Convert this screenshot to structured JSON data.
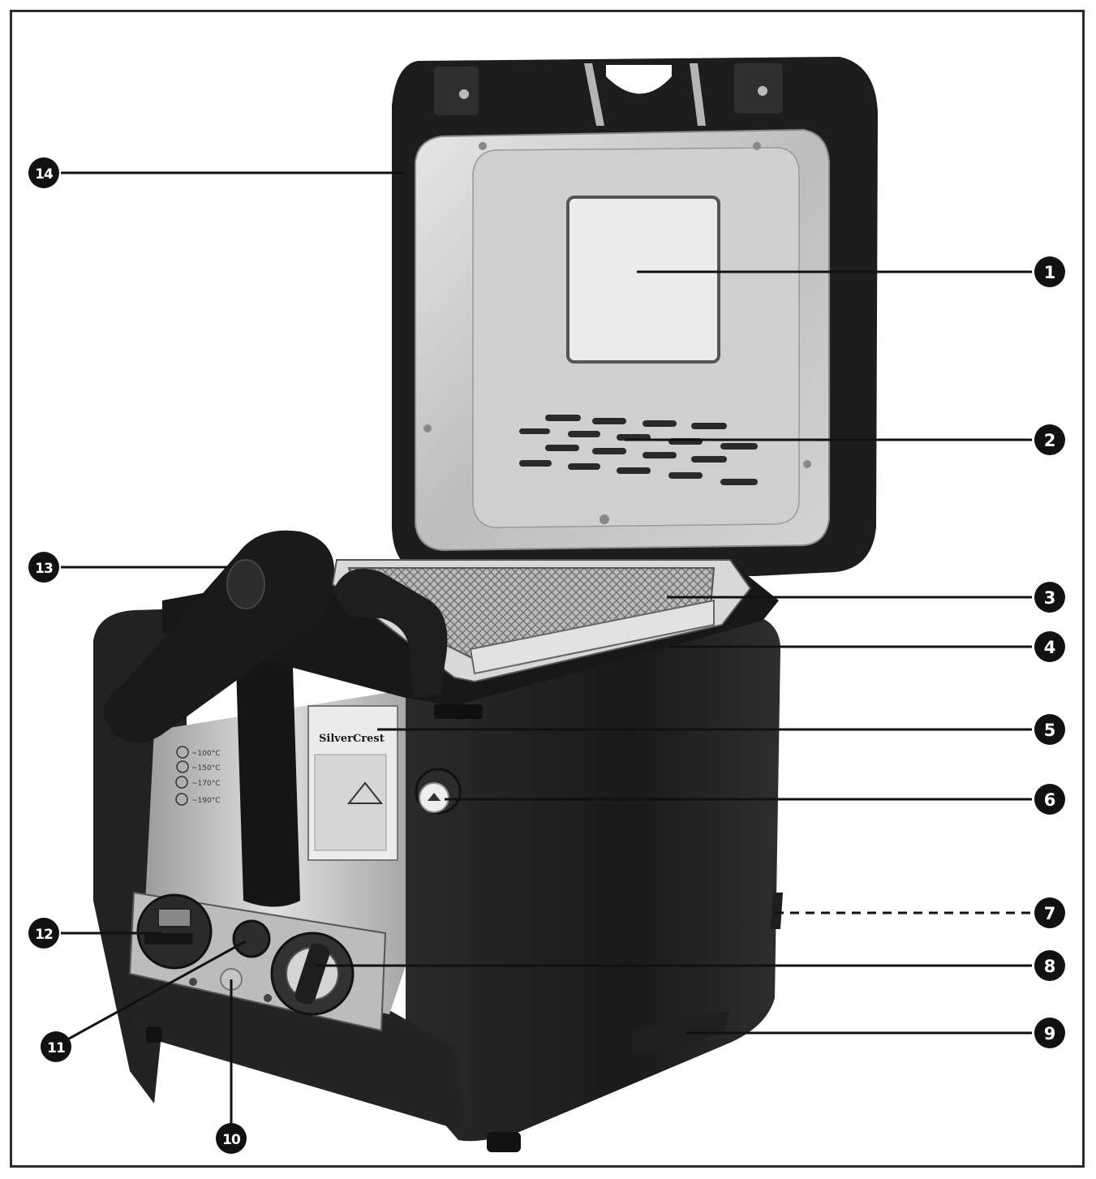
{
  "figure": {
    "brand_label": "SilverCrest",
    "temperatures": [
      "~100°C",
      "~150°C",
      "~170°C",
      "~190°C"
    ],
    "callouts": [
      {
        "number": "1"
      },
      {
        "number": "2"
      },
      {
        "number": "3"
      },
      {
        "number": "4"
      },
      {
        "number": "5"
      },
      {
        "number": "6"
      },
      {
        "number": "7"
      },
      {
        "number": "8"
      },
      {
        "number": "9"
      },
      {
        "number": "10"
      },
      {
        "number": "11"
      },
      {
        "number": "12"
      },
      {
        "number": "13"
      },
      {
        "number": "14"
      }
    ]
  },
  "colors": {
    "body": "#1c1c1c",
    "steel": "#c9c9c9",
    "panel": "#d6d6d6",
    "callout_badge": "#111111"
  }
}
